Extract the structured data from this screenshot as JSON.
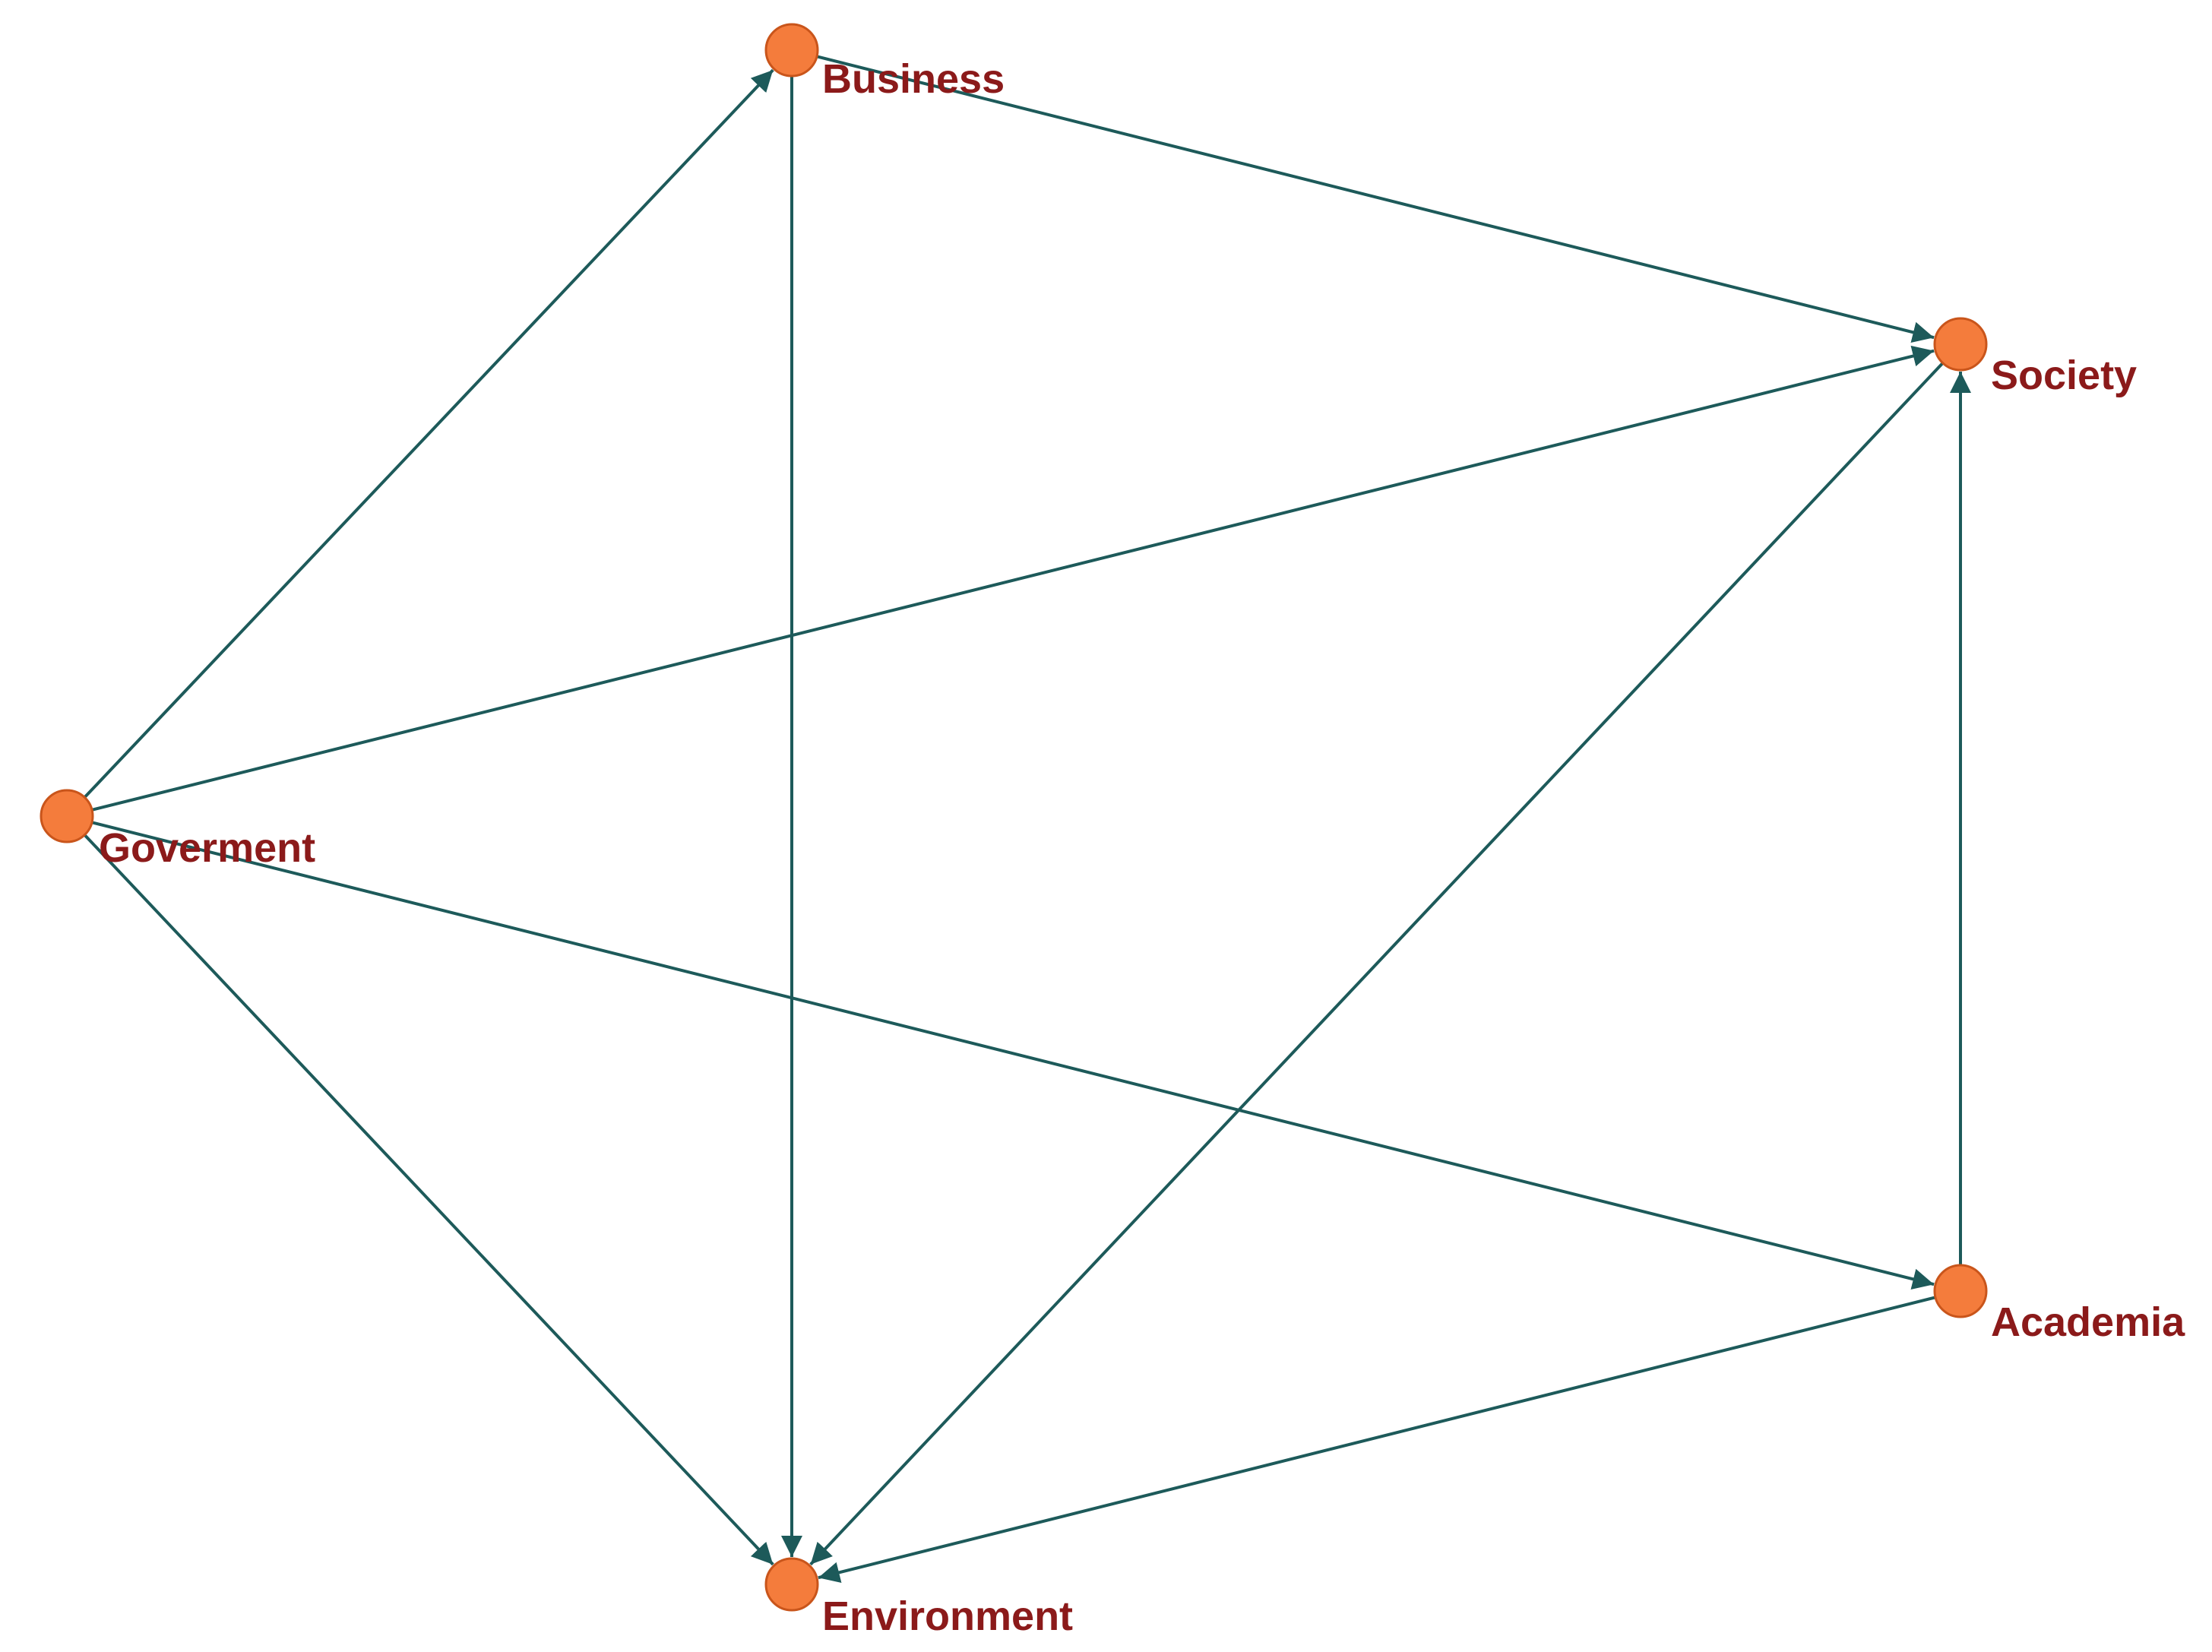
{
  "colors": {
    "node_fill": "#f47c3c",
    "node_stroke": "#c9551b",
    "edge": "#1d5a5a",
    "label": "#8b1a1a"
  },
  "nodes": [
    {
      "id": "business",
      "label": "Business"
    },
    {
      "id": "society",
      "label": "Society"
    },
    {
      "id": "goverment",
      "label": "Goverment"
    },
    {
      "id": "academia",
      "label": "Academia"
    },
    {
      "id": "environment",
      "label": "Environment"
    }
  ],
  "edges": [
    {
      "from": "goverment",
      "to": "business"
    },
    {
      "from": "goverment",
      "to": "society"
    },
    {
      "from": "goverment",
      "to": "academia"
    },
    {
      "from": "goverment",
      "to": "environment"
    },
    {
      "from": "business",
      "to": "society"
    },
    {
      "from": "business",
      "to": "environment"
    },
    {
      "from": "society",
      "to": "environment"
    },
    {
      "from": "academia",
      "to": "society"
    },
    {
      "from": "academia",
      "to": "environment"
    }
  ]
}
